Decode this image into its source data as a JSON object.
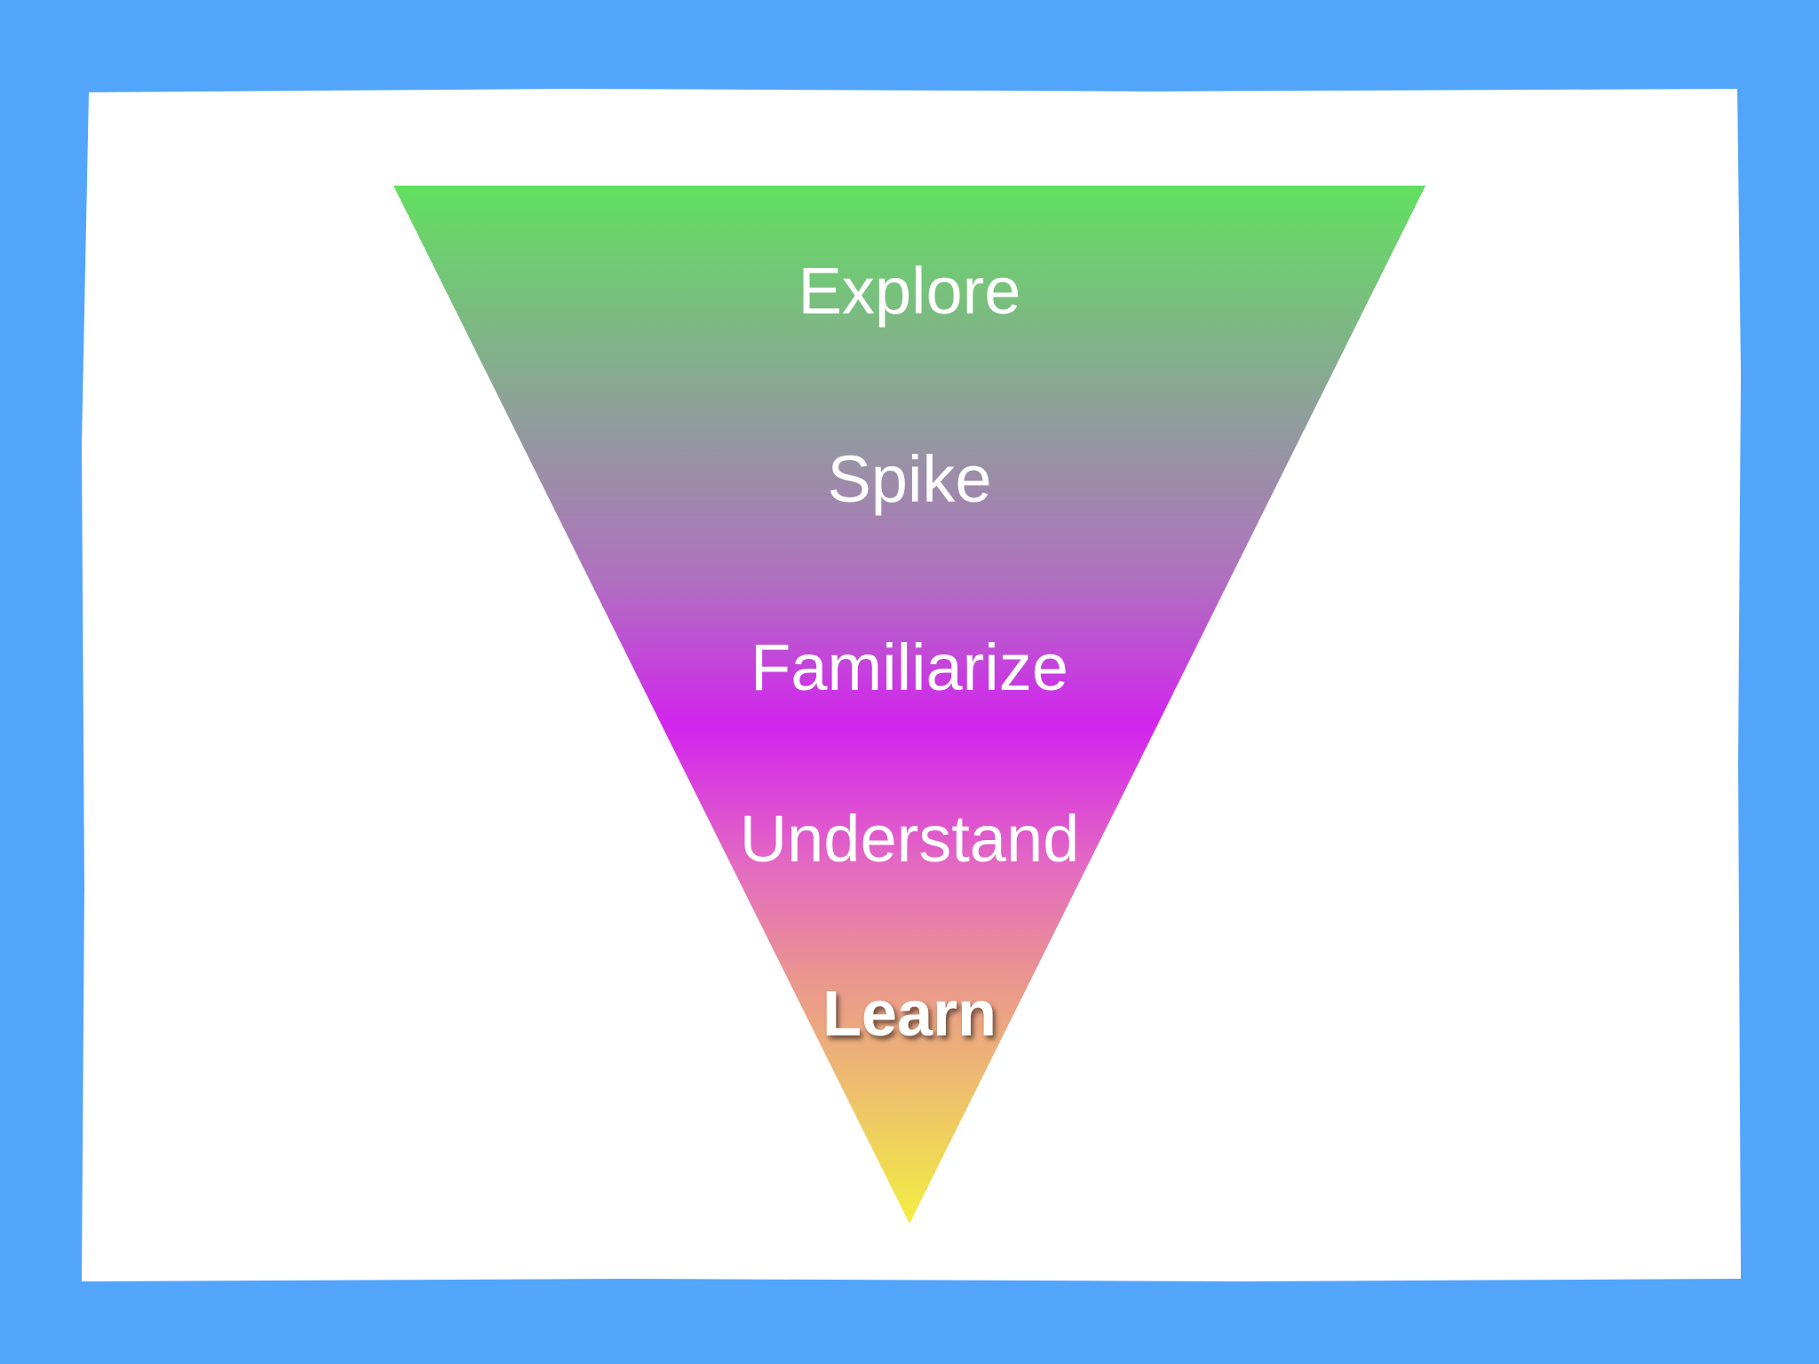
{
  "slide": {
    "background_color": "#52a5fb",
    "card_color": "#ffffff"
  },
  "funnel": {
    "gradient": [
      "#61e060",
      "#8f9f9a",
      "#b85cd0",
      "#d224ee",
      "#e46cc0",
      "#ea9490",
      "#eec26a",
      "#f2ef42"
    ],
    "stages": [
      {
        "label": "Explore",
        "emphasis": false
      },
      {
        "label": "Spike",
        "emphasis": false
      },
      {
        "label": "Familiarize",
        "emphasis": false
      },
      {
        "label": "Understand",
        "emphasis": false
      },
      {
        "label": "Learn",
        "emphasis": true
      }
    ]
  }
}
